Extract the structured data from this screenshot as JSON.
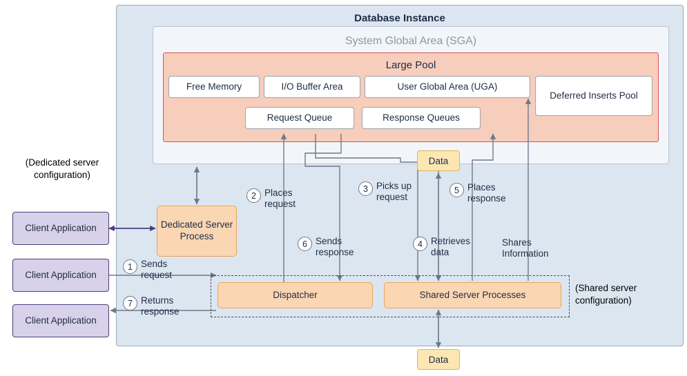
{
  "diagram": {
    "title": "Database Instance",
    "sga_title": "System Global Area (SGA)",
    "large_pool_title": "Large Pool"
  },
  "large_pool": {
    "boxes": [
      {
        "id": "free-memory",
        "label": "Free Memory"
      },
      {
        "id": "io-buffer",
        "label": "I/O Buffer Area"
      },
      {
        "id": "uga",
        "label": "User Global Area (UGA)"
      },
      {
        "id": "deferred",
        "label": "Deferred Inserts Pool"
      },
      {
        "id": "request-queue",
        "label": "Request Queue"
      },
      {
        "id": "response-queues",
        "label": "Response Queues"
      }
    ]
  },
  "processes": {
    "dedicated_server": "Dedicated Server Process",
    "dispatcher": "Dispatcher",
    "shared_server": "Shared Server Processes"
  },
  "data_blocks": {
    "top": "Data",
    "bottom": "Data"
  },
  "clients": [
    {
      "label": "Client Application"
    },
    {
      "label": "Client Application"
    },
    {
      "label": "Client Application"
    }
  ],
  "configurations": {
    "dedicated": "(Dedicated server configuration)",
    "shared": "(Shared server configuration)"
  },
  "steps": [
    {
      "num": "1",
      "label": "Sends\nrequest"
    },
    {
      "num": "2",
      "label": "Places\nrequest"
    },
    {
      "num": "3",
      "label": "Picks up\nrequest"
    },
    {
      "num": "4",
      "label": "Retrieves\ndata"
    },
    {
      "num": "5",
      "label": "Places\nresponse"
    },
    {
      "num": "6",
      "label": "Sends\nresponse"
    },
    {
      "num": "7",
      "label": "Returns\nresponse"
    }
  ],
  "annotations": {
    "shares_information": "Shares\nInformation"
  },
  "colors": {
    "db_instance_bg": "#dce6f1",
    "sga_bg": "#f2f6fb",
    "large_pool_bg": "#f7cdbb",
    "large_pool_border": "#d9534f",
    "process_bg": "#fbd6b2",
    "process_border": "#e8a55f",
    "data_bg": "#fce7b3",
    "data_border": "#e0b458",
    "client_bg": "#d7d1e9",
    "client_border": "#4b3d7a",
    "text": "#1f2c44",
    "wire": "#6d7988"
  }
}
